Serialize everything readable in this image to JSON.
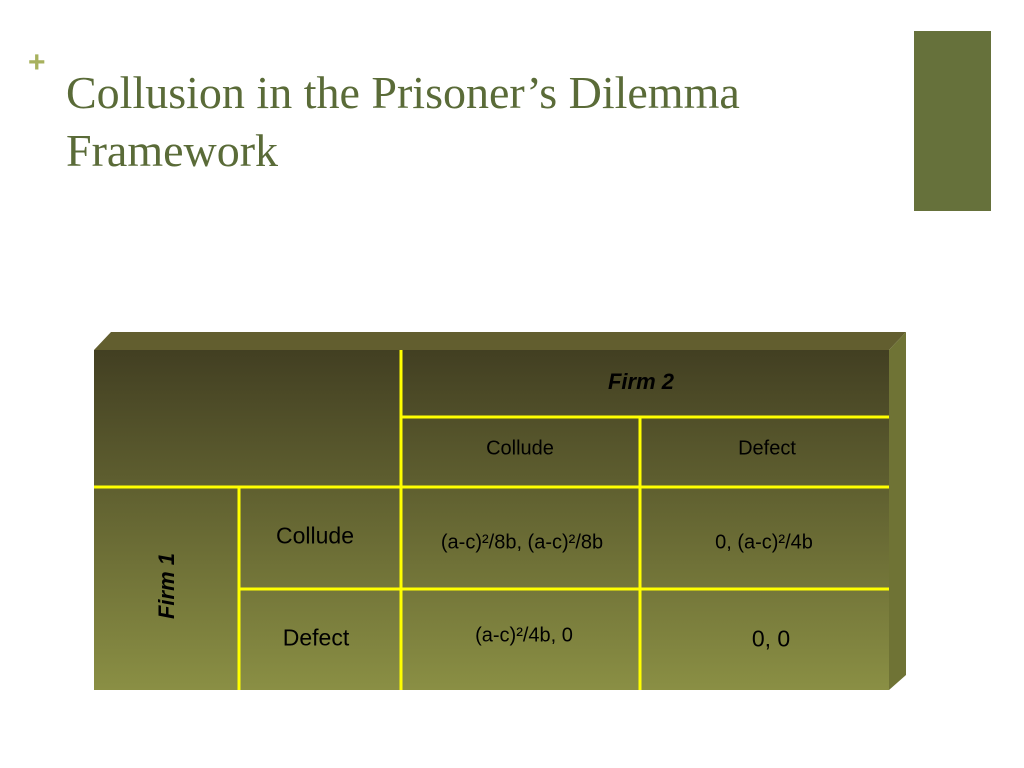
{
  "slide": {
    "bullet": "+",
    "title": "Collusion in the Prisoner’s Dilemma Framework"
  },
  "payoff_table": {
    "column_player": "Firm 2",
    "row_player": "Firm 1",
    "columns": [
      "Collude",
      "Defect"
    ],
    "rows": [
      {
        "label": "Collude",
        "cells": [
          "(a-c)²/8b,   (a-c)²/8b",
          "0,   (a-c)²/4b"
        ]
      },
      {
        "label": "Defect",
        "cells": [
          "(a-c)²/4b,   0",
          "0,  0"
        ]
      }
    ]
  },
  "colors": {
    "title": "#5a6b38",
    "bullet": "#a7b15d",
    "deco_bar": "#66713b",
    "table_top": "#423f22",
    "table_bottom": "#8a8f44",
    "grid_lines": "#ffff00"
  }
}
